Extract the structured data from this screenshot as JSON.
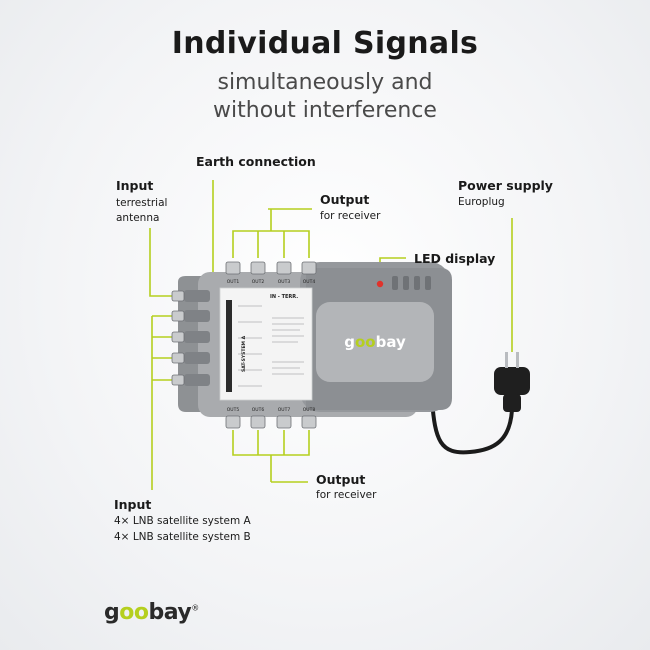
{
  "header": {
    "title": "Individual Signals",
    "subtitle_line1": "simultaneously and",
    "subtitle_line2": "without interference"
  },
  "labels": {
    "earth": {
      "title": "Earth connection"
    },
    "input_terrestrial": {
      "title": "Input",
      "line1": "terrestrial",
      "line2": "antenna"
    },
    "output_top": {
      "title": "Output",
      "line1": "for receiver"
    },
    "power": {
      "title": "Power supply",
      "line1": "Europlug"
    },
    "led": {
      "title": "LED display"
    },
    "output_bottom": {
      "title": "Output",
      "line1": "for receiver"
    },
    "input_satellite": {
      "title": "Input",
      "line1": "4× LNB satellite system A",
      "line2": "4× LNB satellite system B"
    }
  },
  "device": {
    "brand_pre": "g",
    "brand_oo": "oo",
    "brand_post": "bay",
    "ports_top": [
      "OUT1",
      "OUT2",
      "OUT3",
      "OUT4"
    ],
    "ports_bottom": [
      "OUT5",
      "OUT6",
      "OUT7",
      "OUT8"
    ],
    "side_label": "SAT-SYSTEM A",
    "terr_label": "IN - TERR."
  },
  "footer_logo": {
    "pre": "g",
    "oo": "oo",
    "post": "bay",
    "reg": "®"
  },
  "colors": {
    "accent": "#b5cf1e",
    "device_body": "#a9abae",
    "device_dark": "#7d8084",
    "panel": "#f4f4f4",
    "cable": "#1b1b1b"
  }
}
